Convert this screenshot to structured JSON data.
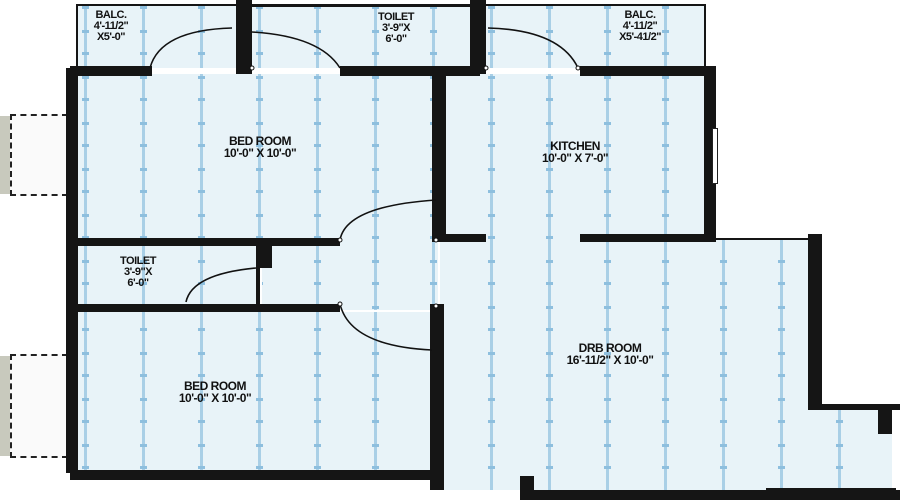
{
  "plan": {
    "fill_color": "#e8f3f8",
    "wall_color": "#151515",
    "stripe_color": "#9cc6e0",
    "rooms": [
      {
        "id": "balcony-1",
        "name": "BALC.",
        "dim1": "4'-11/2\"",
        "dim2": "X5'-0\""
      },
      {
        "id": "toilet-1",
        "name": "TOILET",
        "dim1": "3'-9\"X",
        "dim2": "6'-0\""
      },
      {
        "id": "balcony-2",
        "name": "BALC.",
        "dim1": "4'-11/2\"",
        "dim2": "X5'-41/2\""
      },
      {
        "id": "bedroom-1",
        "name": "BED ROOM",
        "dim1": "10'-0\" X 10'-0\""
      },
      {
        "id": "kitchen",
        "name": "KITCHEN",
        "dim1": "10'-0\" X 7'-0\""
      },
      {
        "id": "toilet-2",
        "name": "TOILET",
        "dim1": "3'-9\"X",
        "dim2": "6'-0\""
      },
      {
        "id": "drawing-room",
        "name": "DRB ROOM",
        "dim1": "16'-11/2\" X 10'-0\""
      },
      {
        "id": "bedroom-2",
        "name": "BED ROOM",
        "dim1": "10'-0\" X 10'-0\""
      }
    ]
  }
}
